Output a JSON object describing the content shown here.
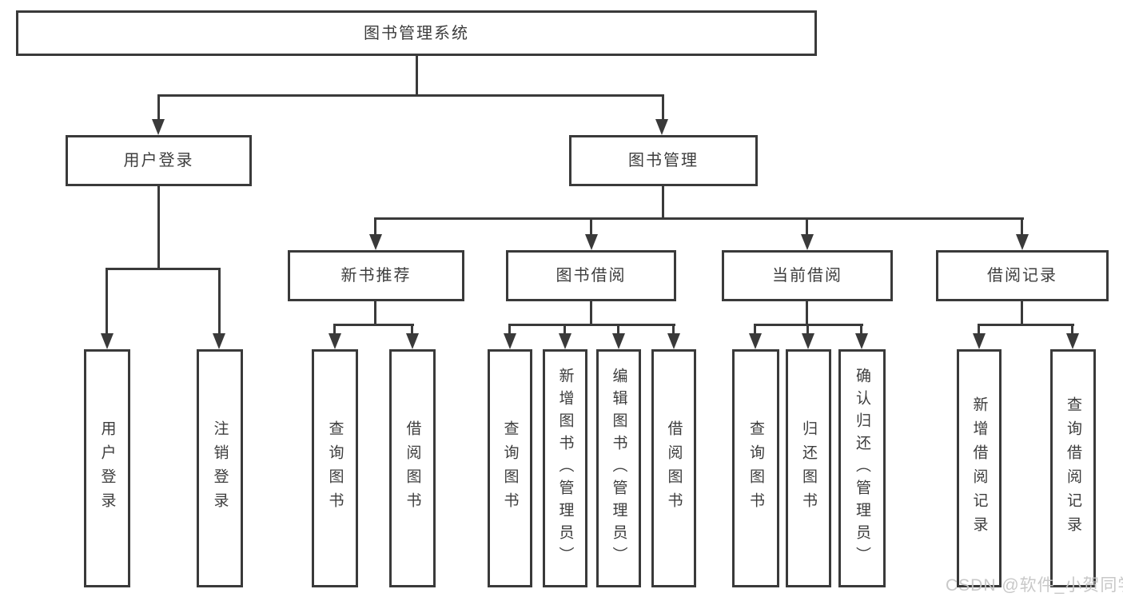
{
  "nodes": {
    "root": {
      "label": "图书管理系统"
    },
    "user_login": {
      "label": "用户登录"
    },
    "book_mgmt": {
      "label": "图书管理"
    },
    "new_books": {
      "label": "新书推荐"
    },
    "book_borrow": {
      "label": "图书借阅"
    },
    "current_borrow": {
      "label": "当前借阅"
    },
    "borrow_records": {
      "label": "借阅记录"
    },
    "leaf_user_login": {
      "label": "用户登录"
    },
    "leaf_logout": {
      "label": "注销登录"
    },
    "leaf_nb_query": {
      "label": "查询图书"
    },
    "leaf_nb_borrow": {
      "label": "借阅图书"
    },
    "leaf_bb_query": {
      "label": "查询图书"
    },
    "leaf_bb_add": {
      "label": "新增图书（管理员）"
    },
    "leaf_bb_edit": {
      "label": "编辑图书（管理员）"
    },
    "leaf_bb_borrow": {
      "label": "借阅图书"
    },
    "leaf_cb_query": {
      "label": "查询图书"
    },
    "leaf_cb_return": {
      "label": "归还图书"
    },
    "leaf_cb_confirm": {
      "label": "确认归还（管理员）"
    },
    "leaf_br_add": {
      "label": "新增借阅记录"
    },
    "leaf_br_query": {
      "label": "查询借阅记录"
    }
  },
  "watermark": {
    "text": "CSDN @软件_小贺同学"
  },
  "colors": {
    "line": "#3a3a3a",
    "text": "#3d3d3d",
    "watermark": "#c5c5c5",
    "background": "#ffffff"
  }
}
